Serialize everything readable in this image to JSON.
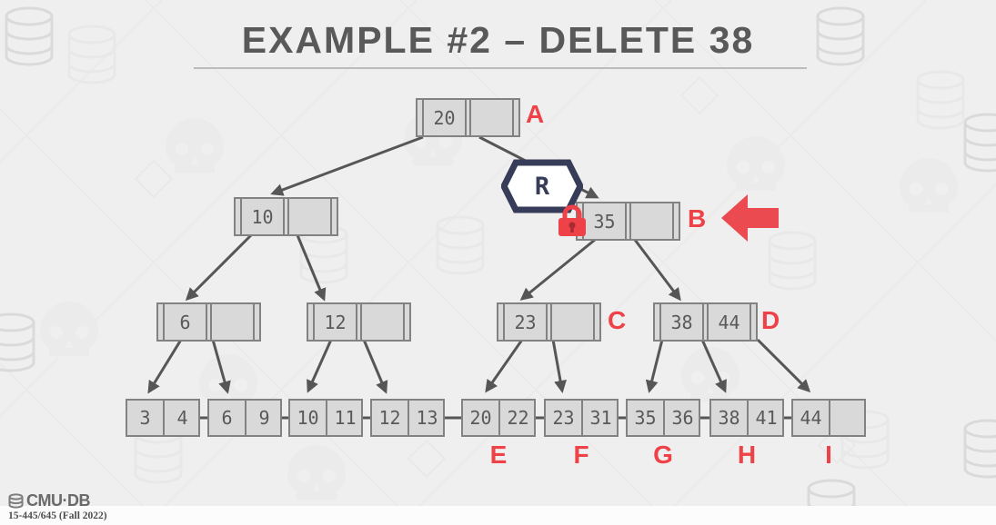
{
  "title": "EXAMPLE #2 – DELETE 38",
  "overlay": {
    "latch_label": "R",
    "icons": {
      "latch_badge": "hexagon-latch-badge",
      "lock": "red-lock-icon",
      "pointer": "red-left-arrow-icon",
      "logo": "database-stack-icon"
    }
  },
  "colors": {
    "background": "#f0efef",
    "node_fill": "#d9d9d9",
    "node_border": "#828282",
    "edge": "#565656",
    "title_text": "#595959",
    "accent_red": "#ee4148",
    "latch_navy": "#373c58"
  },
  "tree": {
    "inner": [
      {
        "name": "A",
        "keys": [
          "20",
          ""
        ],
        "label": "A"
      },
      {
        "name": "10",
        "keys": [
          "10",
          ""
        ],
        "label": ""
      },
      {
        "name": "B",
        "keys": [
          "35",
          ""
        ],
        "label": "B"
      },
      {
        "name": "6",
        "keys": [
          "6",
          ""
        ],
        "label": ""
      },
      {
        "name": "12",
        "keys": [
          "12",
          ""
        ],
        "label": ""
      },
      {
        "name": "C",
        "keys": [
          "23",
          ""
        ],
        "label": "C"
      },
      {
        "name": "D",
        "keys": [
          "38",
          "44"
        ],
        "label": "D"
      }
    ],
    "leaves": [
      {
        "keys": [
          "3",
          "4"
        ],
        "label": ""
      },
      {
        "keys": [
          "6",
          "9"
        ],
        "label": ""
      },
      {
        "keys": [
          "10",
          "11"
        ],
        "label": ""
      },
      {
        "keys": [
          "12",
          "13"
        ],
        "label": ""
      },
      {
        "keys": [
          "20",
          "22"
        ],
        "label": "E"
      },
      {
        "keys": [
          "23",
          "31"
        ],
        "label": "F"
      },
      {
        "keys": [
          "35",
          "36"
        ],
        "label": "G"
      },
      {
        "keys": [
          "38",
          "41"
        ],
        "label": "H"
      },
      {
        "keys": [
          "44",
          ""
        ],
        "label": "I"
      }
    ]
  },
  "footer": {
    "logo_text": "CMU·DB",
    "course_text": "15-445/645 (Fall 2022)"
  }
}
